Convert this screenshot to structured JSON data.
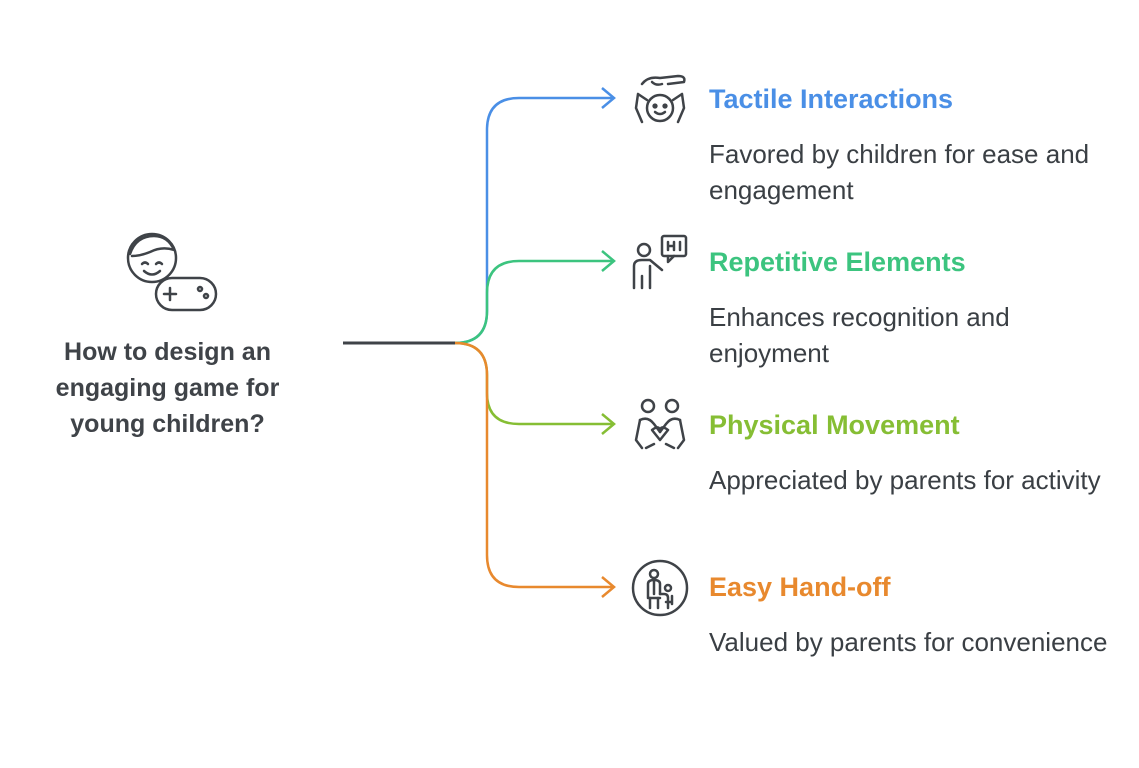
{
  "root": {
    "title": "How to design an engaging game for young children?",
    "icon": "child-with-gamepad-icon"
  },
  "branches": [
    {
      "title": "Tactile Interactions",
      "description": "Favored by children for ease and engagement",
      "color": "#4a8fe6",
      "icon": "hand-over-child-face-icon"
    },
    {
      "title": "Repetitive Elements",
      "description": "Enhances recognition and enjoyment",
      "color": "#3cc47f",
      "icon": "person-with-speech-bubble-icon"
    },
    {
      "title": "Physical Movement",
      "description": "Appreciated by parents for activity",
      "color": "#86be34",
      "icon": "two-people-hugging-icon"
    },
    {
      "title": "Easy Hand-off",
      "description": "Valued by parents for convenience",
      "color": "#e8892e",
      "icon": "parent-and-child-icon"
    }
  ],
  "colors": {
    "trunk": "#3f4348",
    "text": "#3a3f44",
    "icon_stroke": "#3f4348"
  }
}
